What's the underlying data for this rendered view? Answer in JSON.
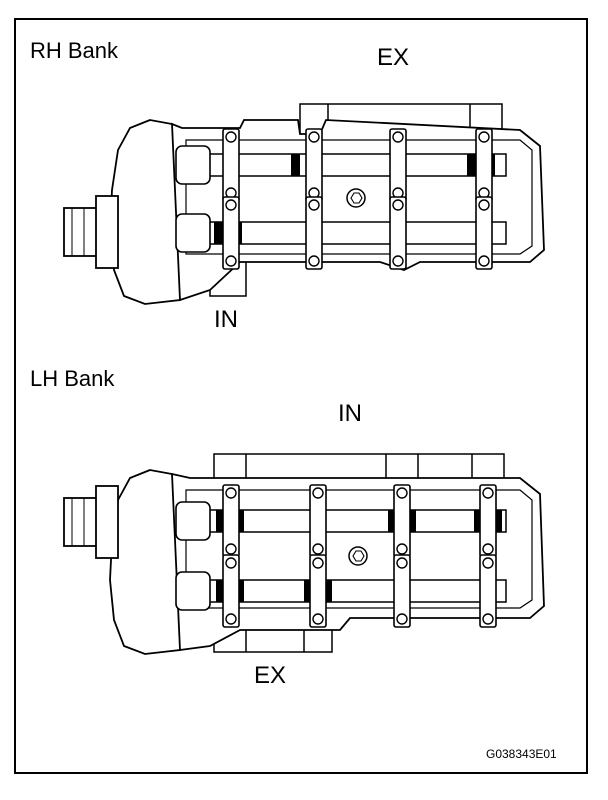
{
  "rh_bank": {
    "title": "RH Bank",
    "callout_top": "EX",
    "callout_bottom": "IN"
  },
  "lh_bank": {
    "title": "LH Bank",
    "callout_top": "IN",
    "callout_bottom": "EX"
  },
  "figure_code": "G038343E01",
  "icons": [
    "cylinder-head-drawing",
    "camshaft",
    "bearing-cap",
    "bolt"
  ]
}
